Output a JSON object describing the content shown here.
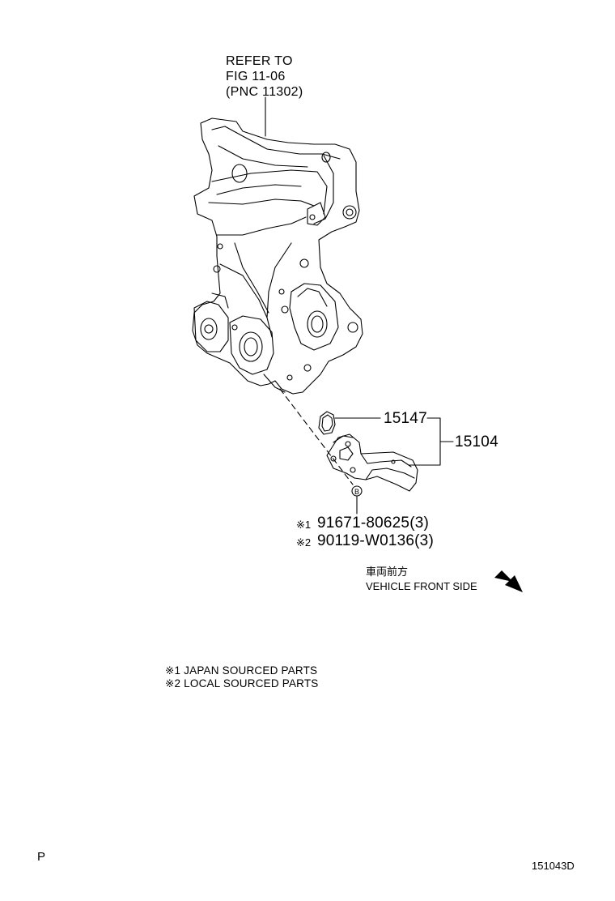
{
  "refer": {
    "line1": "REFER TO",
    "line2": "FIG 11-06",
    "line3": "(PNC 11302)"
  },
  "parts": {
    "gasket": "15147",
    "strainer": "15104",
    "bolt_marker": "B",
    "bolt1_mark": "※1",
    "bolt1": "91671-80625(3)",
    "bolt2_mark": "※2",
    "bolt2": "90119-W0136(3)"
  },
  "direction": {
    "japanese": "車両前方",
    "english": "VEHICLE FRONT SIDE",
    "icon": "arrow-down-right-icon"
  },
  "legend": [
    "※1 JAPAN SOURCED PARTS",
    "※2 LOCAL SOURCED PARTS"
  ],
  "footer": {
    "left": "P",
    "code": "151043D"
  }
}
